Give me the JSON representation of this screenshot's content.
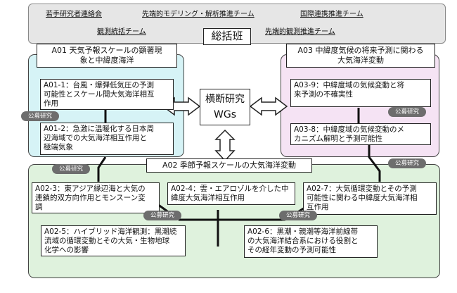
{
  "header_teams": {
    "young_researchers": "若手研究者連絡会",
    "modeling": "先端的モデリング・解析推進チーム",
    "international": "国際連携推進チーム",
    "observation_integration": "観測統括チーム",
    "observation_promotion": "先端的観測推進チーム"
  },
  "general_team": "総括班",
  "wgs": "横断研究\nWGs",
  "a01": {
    "title": "A01 天気予報スケールの顕著現\n象と中緯度海洋",
    "item1": "A01-1：台風・爆弾低気圧の予測\n可能性とスケール間大気海洋相互\n作用",
    "item2": "A01-2：急激に温暖化する日本周\n辺海域での大気海洋相互作用と\n極端気象"
  },
  "a03": {
    "title": "A03 中緯度気候の将来予測に関わる\n大気海洋変動",
    "item9": "A03-9：中緯度域の気候変動と将\n来予測の不確実性",
    "item8": "A03-8：中緯度域の気候変動のメ\nカニズム解明と予測可能性"
  },
  "a02": {
    "title": "A02 季節予報スケールの大気海洋変動",
    "item3": "A02-3：東アジア縁辺海と大気の\n連鎖的双方向作用とモンスーン変\n調",
    "item4": "A02-4：雲・エアロゾルを介した中\n緯度大気海洋相互作用",
    "item7": "A02-7：大気循環変動とその予測\n可能性に関わる中緯度大気海洋相\n互作用",
    "item5": "A02-5：ハイブリッド海洋観測：黒潮続\n流域の循環変動とその大気・生物地球\n化学への影響",
    "item6": "A02-6：黒潮・親潮等海洋前線帯\nの大気海洋結合系における役割と\nその経年変動の予測可能性"
  },
  "public_label": "公募研究",
  "colors": {
    "header_bg": "#e6e6e6",
    "a01_bg": "#d6f3f6",
    "a03_bg": "#f5e3f4",
    "a02_bg": "#dff2dd",
    "pill": "#6d6d6d"
  },
  "icons": [
    "double-arrow-horizontal-icon",
    "double-arrow-vertical-icon"
  ]
}
